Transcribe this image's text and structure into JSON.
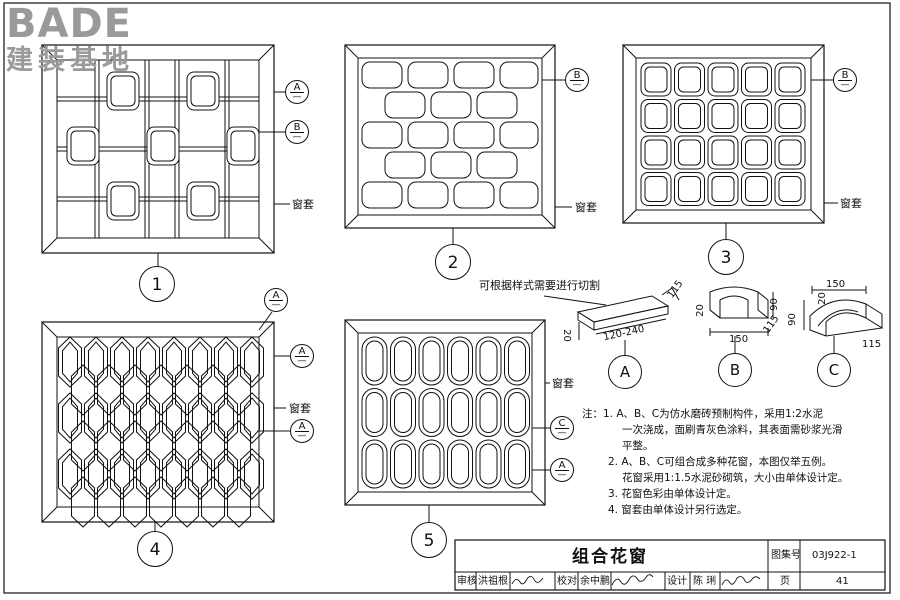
{
  "logo": {
    "brand": "BADE",
    "subtitle": "建装基地"
  },
  "labels": {
    "window_frame": "窗套",
    "cut_note": "可根据样式需要进行切割"
  },
  "figure_numbers": [
    "1",
    "2",
    "3",
    "4",
    "5"
  ],
  "section_marks": {
    "a": "A",
    "b": "B",
    "c": "C",
    "dash": "—"
  },
  "component_labels": [
    "A",
    "B",
    "C"
  ],
  "dimensions": {
    "a_width": "115",
    "a_length": "120-240",
    "a_thickness": "20",
    "b_height": "90",
    "b_top": "20",
    "b_width": "150",
    "b_depth": "115",
    "c_width": "150",
    "c_top": "20",
    "c_height": "90",
    "c_depth": "115"
  },
  "notes": {
    "prefix": "注：",
    "items": [
      {
        "n": "1.",
        "lines": [
          "A、B、C为仿水磨砖预制构件，采用1:2水泥",
          "一次浇成，面刷青灰色涂料，其表面需砂浆光滑",
          "平整。"
        ]
      },
      {
        "n": "2.",
        "lines": [
          "A、B、C可组合成多种花窗，本图仅举五例。",
          "花窗采用1:1.5水泥砂砌筑，大小由单体设计定。"
        ]
      },
      {
        "n": "3.",
        "lines": [
          "花窗色彩由单体设计定。"
        ]
      },
      {
        "n": "4.",
        "lines": [
          "窗套由单体设计另行选定。"
        ]
      }
    ]
  },
  "title_block": {
    "title": "组合花窗",
    "atlas_label": "图集号",
    "atlas_no": "03J922-1",
    "review_label": "审核",
    "reviewer": "洪祖根",
    "check_label": "校对",
    "checker": "余中鹏",
    "design_label": "设计",
    "designer": "陈 琍",
    "page_label": "页",
    "page_no": "41"
  }
}
